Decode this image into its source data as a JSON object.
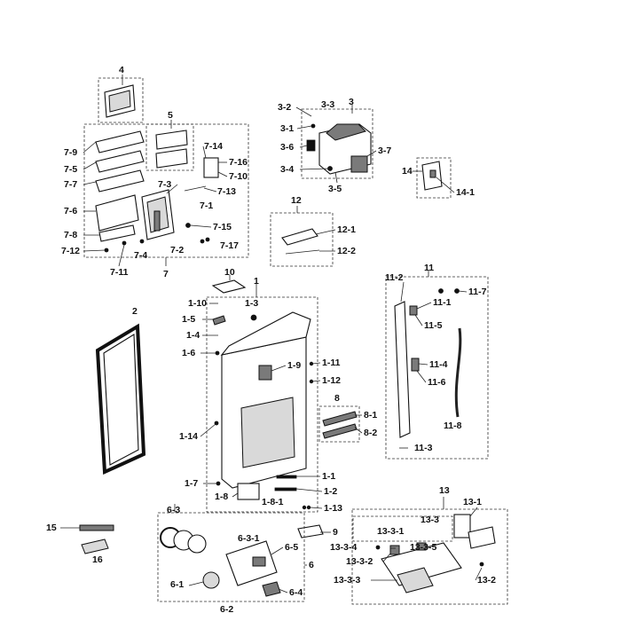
{
  "labels": {
    "l4": "4",
    "l5": "5",
    "l3": "3",
    "l3_1": "3-1",
    "l3_2": "3-2",
    "l3_3": "3-3",
    "l3_4": "3-4",
    "l3_5": "3-5",
    "l3_6": "3-6",
    "l3_7": "3-7",
    "l7": "7",
    "l7_1": "7-1",
    "l7_2": "7-2",
    "l7_3": "7-3",
    "l7_4": "7-4",
    "l7_5": "7-5",
    "l7_6": "7-6",
    "l7_7": "7-7",
    "l7_8": "7-8",
    "l7_9": "7-9",
    "l7_10": "7-10",
    "l7_11": "7-11",
    "l7_12": "7-12",
    "l7_13": "7-13",
    "l7_14": "7-14",
    "l7_15": "7-15",
    "l7_16": "7-16",
    "l7_17": "7-17",
    "l12": "12",
    "l12_1": "12-1",
    "l12_2": "12-2",
    "l14": "14",
    "l14_1": "14-1",
    "l10": "10",
    "l1": "1",
    "l1_1": "1-1",
    "l1_2": "1-2",
    "l1_3": "1-3",
    "l1_4": "1-4",
    "l1_5": "1-5",
    "l1_6": "1-6",
    "l1_7": "1-7",
    "l1_8": "1-8",
    "l1_8_1": "1-8-1",
    "l1_9": "1-9",
    "l1_10": "1-10",
    "l1_11": "1-11",
    "l1_12": "1-12",
    "l1_13": "1-13",
    "l1_14": "1-14",
    "l2": "2",
    "l11": "11",
    "l11_1": "11-1",
    "l11_2": "11-2",
    "l11_3": "11-3",
    "l11_4": "11-4",
    "l11_5": "11-5",
    "l11_6": "11-6",
    "l11_7": "11-7",
    "l11_8": "11-8",
    "l8": "8",
    "l8_1": "8-1",
    "l8_2": "8-2",
    "l13": "13",
    "l13_1": "13-1",
    "l13_2": "13-2",
    "l13_3": "13-3",
    "l13_3_1": "13-3-1",
    "l13_3_2": "13-3-2",
    "l13_3_3": "13-3-3",
    "l13_3_4": "13-3-4",
    "l13_3_5": "13-3-5",
    "l9": "9",
    "l15": "15",
    "l16": "16",
    "l6": "6",
    "l6_1": "6-1",
    "l6_2": "6-2",
    "l6_3": "6-3",
    "l6_3_1": "6-3-1",
    "l6_4": "6-4",
    "l6_5": "6-5"
  }
}
